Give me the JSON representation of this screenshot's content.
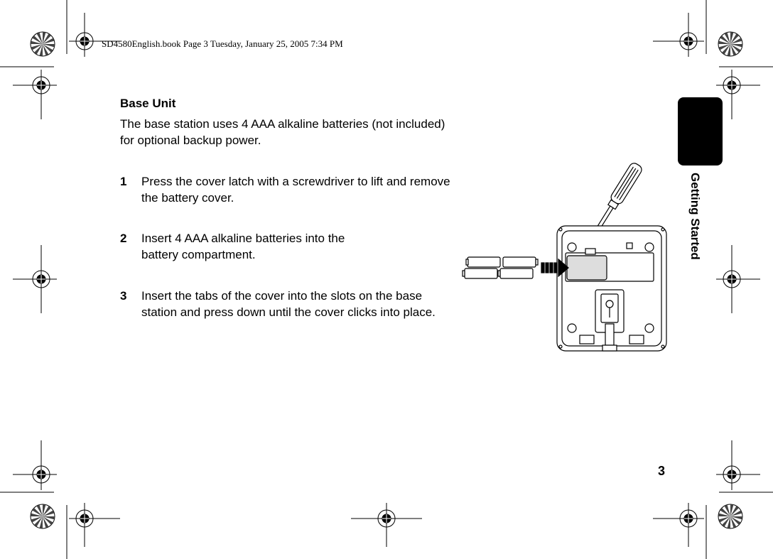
{
  "header": {
    "print_line": "SD4580English.book  Page 3  Tuesday, January 25, 2005  7:34 PM"
  },
  "section": {
    "title": "Base Unit",
    "intro": "The base station uses 4 AAA alkaline batteries (not included) for optional backup power."
  },
  "steps": [
    {
      "number": "1",
      "text": "Press the cover latch with a screwdriver to lift and remove the battery cover."
    },
    {
      "number": "2",
      "text": "Insert 4 AAA alkaline batteries into the battery compartment."
    },
    {
      "number": "3",
      "text": "Insert the tabs of the cover into the slots on the base station and press down until the cover clicks into place."
    }
  ],
  "side_tab": {
    "label": "Getting Started",
    "color": "#000000"
  },
  "page": {
    "number": "3"
  }
}
